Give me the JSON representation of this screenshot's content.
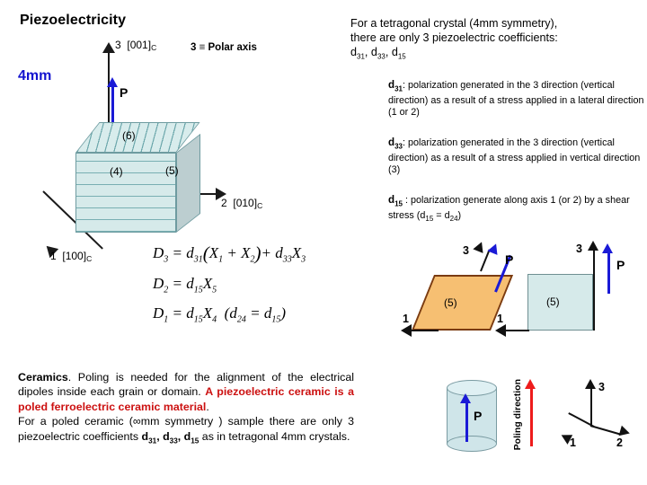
{
  "slide": {
    "title": "Piezoelectricity",
    "symmetry_label": "4mm",
    "polar_axis_note": "3 ≡ Polar axis"
  },
  "crystal_diagram": {
    "axes": [
      {
        "id": "axis-3",
        "number": "3",
        "direction": "[001]",
        "subscript": "C"
      },
      {
        "id": "axis-2",
        "number": "2",
        "direction": "[010]",
        "subscript": "C"
      },
      {
        "id": "axis-1",
        "number": "1",
        "direction": "[100]",
        "subscript": "C"
      }
    ],
    "polarization_label": "P",
    "face_labels": {
      "top": "(6)",
      "front": "(4)",
      "right": "(5)"
    },
    "colors": {
      "face_fill": "#d6eaea",
      "face_edge": "#6e9ba0",
      "right_face": "#bcced0",
      "polarization_arrow": "#1a1ad6",
      "symmetry_text": "#1313cf"
    }
  },
  "equations": [
    {
      "lhs": "D",
      "lhs_sub": "3",
      "rhs_parts": [
        "d",
        "31",
        "(X",
        "1",
        " + X",
        "2",
        ") + d",
        "33",
        "X",
        "3"
      ]
    },
    {
      "lhs": "D",
      "lhs_sub": "2",
      "rhs_parts": [
        "d",
        "15",
        "X",
        "5"
      ]
    },
    {
      "lhs": "D",
      "lhs_sub": "1",
      "rhs_parts": [
        "d",
        "15",
        "X",
        "4"
      ],
      "note": "(d24 = d15)"
    }
  ],
  "intro": {
    "line1": "For a tetragonal crystal (4mm symmetry),",
    "line2": "there are only 3 piezoelectric coefficients:",
    "line3_prefix": "d",
    "line3_sub1": "31",
    "line3_mid": ", d",
    "line3_sub2": "33",
    "line3_mid2": ", d",
    "line3_sub3": "15"
  },
  "definitions": [
    {
      "symbol": "d",
      "subscript": "31",
      "text": ": polarization generated in the 3 direction (vertical direction) as a result of  a stress applied in a lateral direction (1 or 2)"
    },
    {
      "symbol": "d",
      "subscript": "33",
      "text": ": polarization generated in the 3 direction (vertical direction) as a result of  a stress applied in vertical direction (3)"
    },
    {
      "symbol": "d",
      "subscript": "15",
      "text": " : polarization generate along axis 1 (or 2) by a shear stress (d15 = d24)"
    }
  ],
  "shear_diagrams": {
    "sheared": {
      "face_label": "(5)",
      "axis3_label": "3",
      "axis1_label": "1",
      "polarization_label": "P",
      "fill_color": "#f6bf72",
      "border_color": "#7a3b12"
    },
    "unsheared": {
      "face_label": "(5)",
      "axis3_label": "3",
      "axis1_label": "1",
      "polarization_label": "P",
      "fill_color": "#d6eaea",
      "border_color": "#6f8f92"
    }
  },
  "ceramics": {
    "heading": "Ceramics",
    "part1": ". Poling is needed for the alignment of the electrical dipoles inside each grain or domain. ",
    "emphasis": "A piezoelectric ceramic is a poled ferroelectric ceramic material",
    "period": ".",
    "part2_a": "For a poled ceramic (∞mm symmetry ) sample there are only  3 piezoelectric coefficients ",
    "coef1": "d",
    "coef1_sub": "31",
    "coef_sep": ", ",
    "coef2": "d",
    "coef2_sub": "33",
    "coef3": "d",
    "coef3_sub": "15",
    "part2_b": " as in tetragonal 4mm crystals.",
    "emphasis_color": "#cc1111"
  },
  "cylinder_diagram": {
    "polarization_label": "P",
    "poling_label": "Poling direction",
    "poling_color": "#ee1c1c",
    "polarization_color": "#1a1ad6",
    "body_color": "#cfe5e9"
  },
  "bottom_axes": {
    "axis3": "3",
    "axis2": "2",
    "axis1": "1"
  }
}
